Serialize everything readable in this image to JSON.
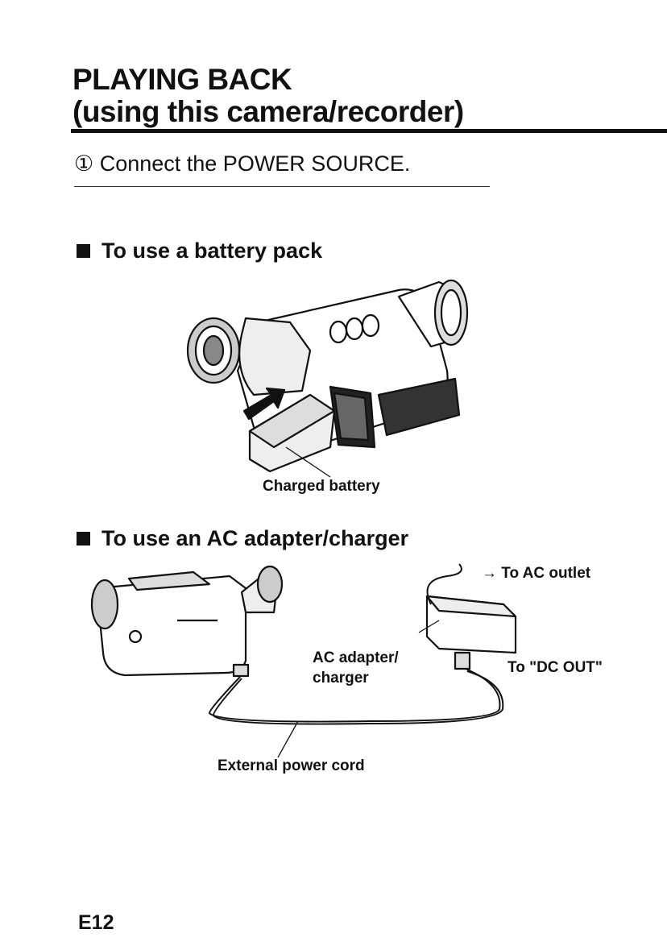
{
  "header": {
    "title_line1": "PLAYING BACK",
    "title_line2": "(using this camera/recorder)"
  },
  "step": {
    "text": "① Connect the POWER SOURCE."
  },
  "sections": [
    {
      "heading": "To use a battery pack",
      "labels": {
        "battery": "Charged battery"
      }
    },
    {
      "heading": "To use an AC adapter/charger",
      "labels": {
        "outlet": "→ To AC outlet",
        "adapter_line1": "AC adapter/",
        "adapter_line2": "charger",
        "dc_out": "To \"DC OUT\"",
        "cord": "External power cord"
      }
    }
  ],
  "footer": {
    "page_number": "E12"
  }
}
